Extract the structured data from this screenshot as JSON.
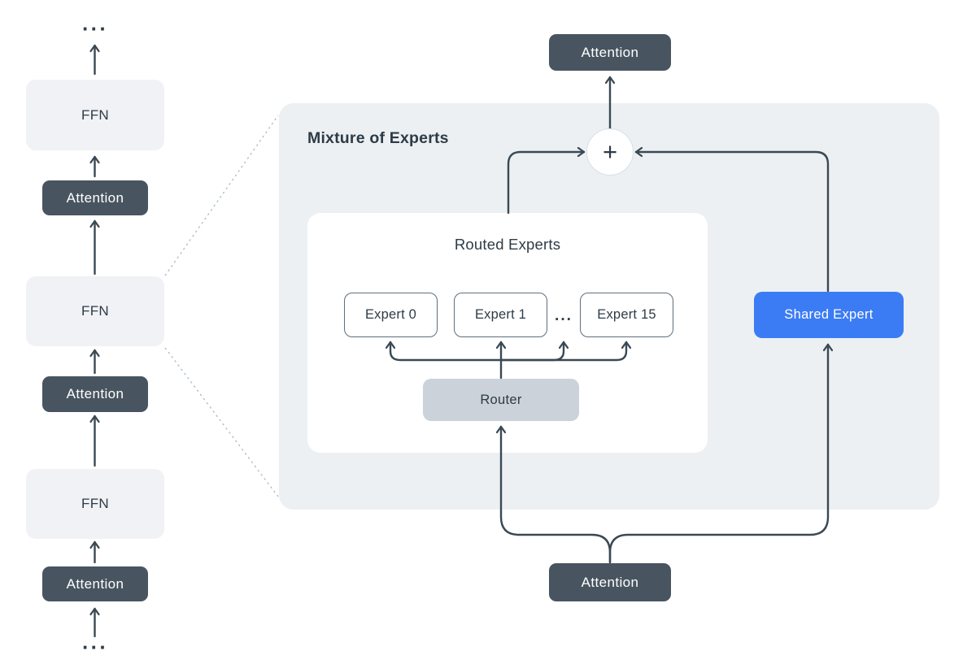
{
  "diagram": "Transformer layer stack with zoom-in on a Mixture of Experts FFN block",
  "colors": {
    "dark_block": "#485560",
    "light_block": "#f0f2f5",
    "panel": "#ecf0f3",
    "router": "#ccd2d9",
    "shared_expert_blue": "#3b7cf5",
    "wire": "#3a4953",
    "dashed_connector": "#acbac6",
    "text_dark": "#2e3b46"
  },
  "left_stack": {
    "ellipsis_top": "···",
    "ellipsis_bottom": "···",
    "blocks": [
      {
        "type": "ffn",
        "label": "FFN"
      },
      {
        "type": "attention",
        "label": "Attention"
      },
      {
        "type": "ffn",
        "label": "FFN"
      },
      {
        "type": "attention",
        "label": "Attention"
      },
      {
        "type": "ffn",
        "label": "FFN"
      },
      {
        "type": "attention",
        "label": "Attention"
      }
    ]
  },
  "top_block": {
    "label": "Attention"
  },
  "bottom_block": {
    "label": "Attention"
  },
  "moe": {
    "title": "Mixture of Experts",
    "plus_symbol": "+",
    "routed": {
      "title": "Routed Experts",
      "experts": [
        "Expert 0",
        "Expert 1",
        "Expert 15"
      ],
      "ellipsis": "···",
      "router_label": "Router"
    },
    "shared_expert_label": "Shared Expert"
  }
}
